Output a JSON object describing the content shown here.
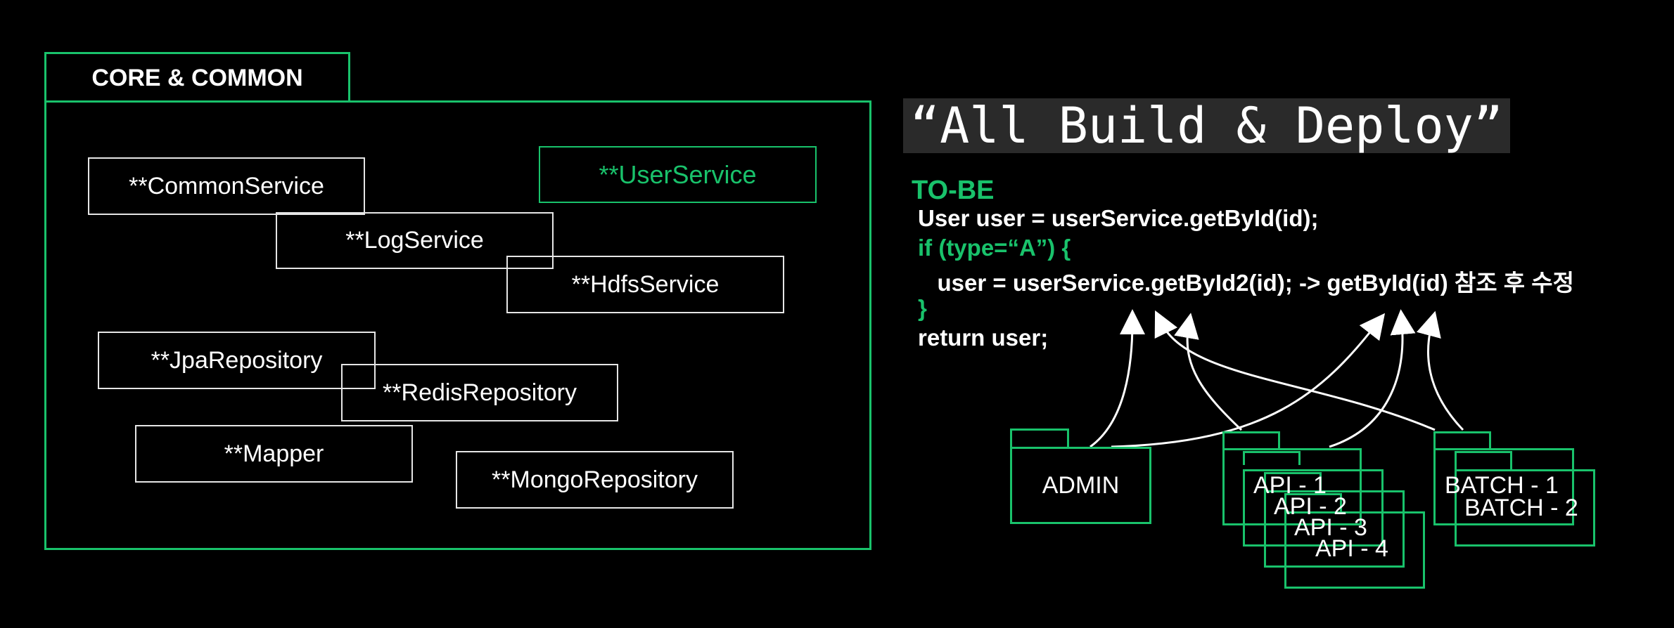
{
  "core": {
    "title": "CORE & COMMON",
    "services": {
      "common": "**CommonService",
      "user": "**UserService",
      "log": "**LogService",
      "hdfs": "**HdfsService",
      "jpa": "**JpaRepository",
      "redis": "**RedisRepository",
      "mapper": "**Mapper",
      "mongo": "**MongoRepository"
    }
  },
  "title": "“All Build & Deploy”",
  "code": {
    "heading": "TO-BE",
    "line1": "User user = userService.getById(id);",
    "line2": "if (type=“A”) {",
    "line3": "   user = userService.getById2(id); -> getById(id) 참조 후 수정",
    "line4": "}",
    "line5": "return user;"
  },
  "modules": {
    "admin": "ADMIN",
    "api1": "API - 1",
    "api2": "API - 2",
    "api3": "API - 3",
    "api4": "API - 4",
    "batch1": "BATCH - 1",
    "batch2": "BATCH - 2"
  },
  "colors": {
    "accent": "#19c26b",
    "background": "#000000",
    "text": "#ffffff"
  }
}
